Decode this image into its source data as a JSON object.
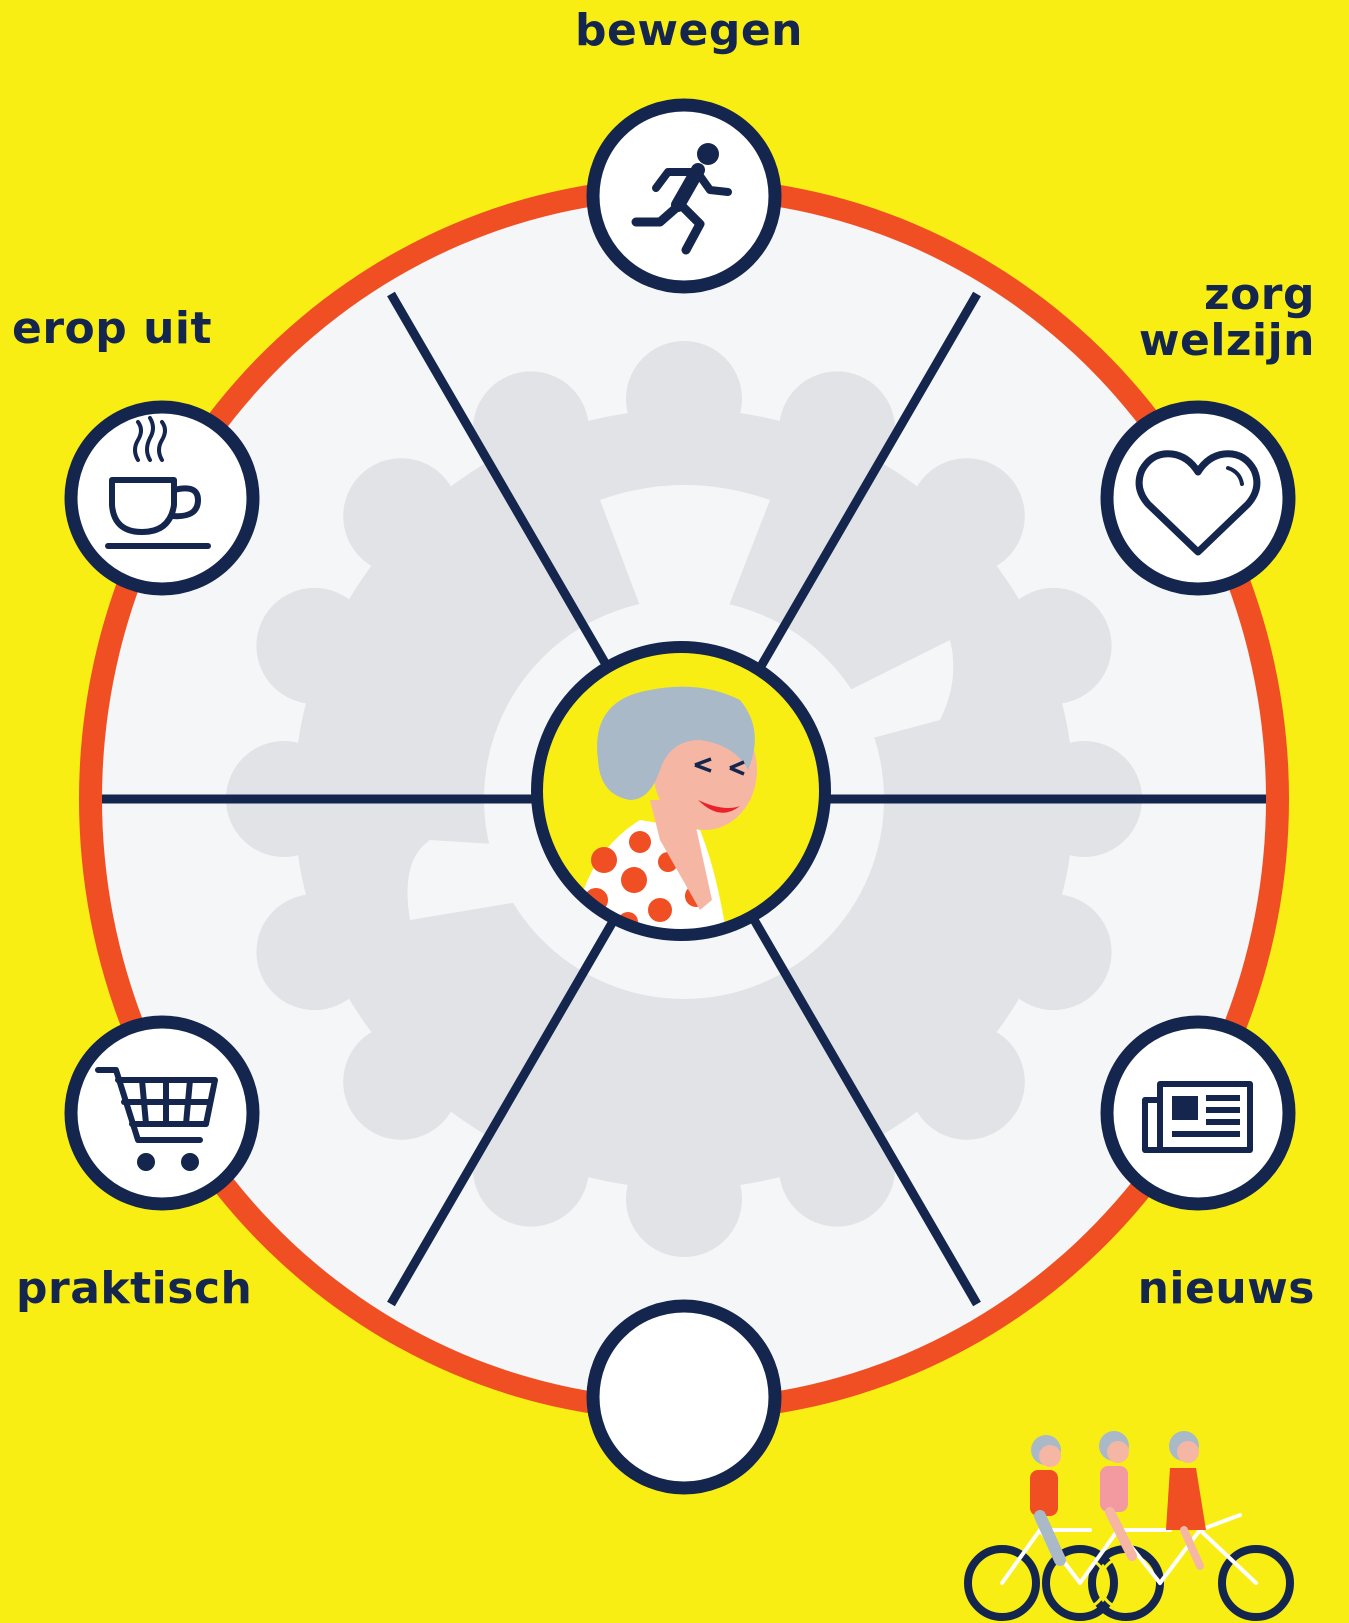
{
  "segments": {
    "bewegen": {
      "label": "bewegen",
      "icon": "running-person-icon"
    },
    "zorg_welzijn": {
      "line1": "zorg",
      "line2": "welzijn",
      "icon": "heart-icon"
    },
    "nieuws": {
      "label": "nieuws",
      "icon": "newspaper-icon"
    },
    "praktisch": {
      "label": "praktisch",
      "icon": "shopping-cart-icon"
    },
    "erop_uit": {
      "label": "erop uit",
      "icon": "coffee-cup-icon"
    },
    "bottom": {
      "icon": "empty-circle"
    }
  },
  "colors": {
    "background": "#f9ee13",
    "rim": "#f04e23",
    "navy": "#14264d",
    "wheel_fill": "#f5f6f7",
    "gear": "#e1e3e6"
  }
}
